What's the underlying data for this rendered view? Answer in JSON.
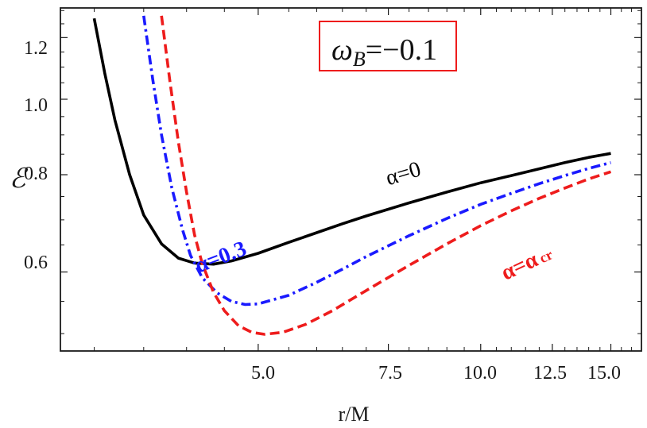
{
  "chart_data": {
    "type": "line",
    "xlabel": "r/M",
    "ylabel": "ℰ",
    "x_scale": "log",
    "y_scale": "log",
    "xlim": [
      2.7,
      16.5
    ],
    "ylim": [
      0.475,
      1.31
    ],
    "x_ticks": [
      {
        "value": 5.0,
        "label": "5.0"
      },
      {
        "value": 7.5,
        "label": "7.5"
      },
      {
        "value": 10.0,
        "label": "10.0"
      },
      {
        "value": 12.5,
        "label": "12.5"
      },
      {
        "value": 15.0,
        "label": "15.0"
      }
    ],
    "y_ticks": [
      {
        "value": 0.6,
        "label": "0.6"
      },
      {
        "value": 0.8,
        "label": "0.8"
      },
      {
        "value": 1.0,
        "label": "1.0"
      },
      {
        "value": 1.2,
        "label": "1.2"
      }
    ],
    "annotation": {
      "prefix": "ω",
      "sub": "B",
      "suffix": "=−0.1"
    },
    "series": [
      {
        "name": "α=0",
        "label_main": "α=0",
        "label_sub": "",
        "color": "#000000",
        "dash": "solid",
        "label_x": 7.5,
        "label_y": 0.775,
        "points": [
          [
            3.0,
            1.27
          ],
          [
            3.1,
            1.08
          ],
          [
            3.2,
            0.94
          ],
          [
            3.35,
            0.8
          ],
          [
            3.5,
            0.71
          ],
          [
            3.7,
            0.652
          ],
          [
            3.9,
            0.625
          ],
          [
            4.1,
            0.616
          ],
          [
            4.35,
            0.614
          ],
          [
            4.6,
            0.62
          ],
          [
            5.0,
            0.634
          ],
          [
            5.5,
            0.655
          ],
          [
            6.0,
            0.674
          ],
          [
            6.5,
            0.692
          ],
          [
            7.0,
            0.708
          ],
          [
            8.0,
            0.736
          ],
          [
            9.0,
            0.76
          ],
          [
            10.0,
            0.781
          ],
          [
            11.0,
            0.798
          ],
          [
            12.0,
            0.814
          ],
          [
            13.0,
            0.829
          ],
          [
            14.0,
            0.842
          ],
          [
            15.0,
            0.852
          ]
        ]
      },
      {
        "name": "α=0.3",
        "label_main": "α=0.3",
        "label_sub": "",
        "color": "#1a1aff",
        "dash": "dashdot",
        "label_x": 4.15,
        "label_y": 0.598,
        "points": [
          [
            3.5,
            1.28
          ],
          [
            3.6,
            1.06
          ],
          [
            3.7,
            0.9
          ],
          [
            3.82,
            0.77
          ],
          [
            3.95,
            0.68
          ],
          [
            4.05,
            0.63
          ],
          [
            4.2,
            0.59
          ],
          [
            4.4,
            0.564
          ],
          [
            4.6,
            0.55
          ],
          [
            4.8,
            0.545
          ],
          [
            5.0,
            0.546
          ],
          [
            5.5,
            0.56
          ],
          [
            6.0,
            0.582
          ],
          [
            6.5,
            0.605
          ],
          [
            7.0,
            0.628
          ],
          [
            8.0,
            0.668
          ],
          [
            9.0,
            0.703
          ],
          [
            10.0,
            0.733
          ],
          [
            11.0,
            0.757
          ],
          [
            12.0,
            0.779
          ],
          [
            13.0,
            0.798
          ],
          [
            14.0,
            0.815
          ],
          [
            15.0,
            0.829
          ]
        ]
      },
      {
        "name": "α=α cr",
        "label_main": "α=α",
        "label_sub": "cr",
        "color": "#ee1c1c",
        "dash": "dashed",
        "label_x": 10.8,
        "label_y": 0.585,
        "points": [
          [
            3.7,
            1.28
          ],
          [
            3.8,
            1.05
          ],
          [
            3.9,
            0.88
          ],
          [
            4.0,
            0.76
          ],
          [
            4.1,
            0.67
          ],
          [
            4.2,
            0.615
          ],
          [
            4.35,
            0.565
          ],
          [
            4.5,
            0.535
          ],
          [
            4.7,
            0.512
          ],
          [
            4.9,
            0.502
          ],
          [
            5.1,
            0.499
          ],
          [
            5.4,
            0.502
          ],
          [
            5.8,
            0.514
          ],
          [
            6.3,
            0.535
          ],
          [
            7.0,
            0.568
          ],
          [
            8.0,
            0.612
          ],
          [
            9.0,
            0.652
          ],
          [
            10.0,
            0.688
          ],
          [
            11.0,
            0.719
          ],
          [
            12.0,
            0.746
          ],
          [
            13.0,
            0.769
          ],
          [
            14.0,
            0.79
          ],
          [
            15.0,
            0.807
          ]
        ]
      }
    ]
  }
}
